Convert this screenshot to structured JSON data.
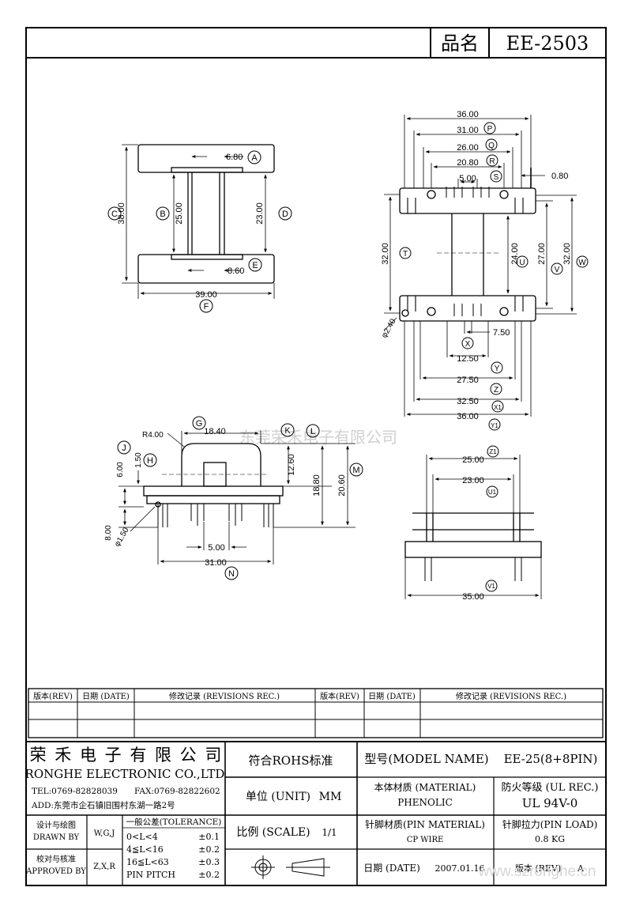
{
  "header": {
    "name_label": "品名",
    "part_no": "EE-2503"
  },
  "top_view": {
    "dims": [
      "6.80",
      "38.00",
      "25.00",
      "23.00",
      "8.60",
      "39.00"
    ],
    "letters": [
      "A",
      "C",
      "B",
      "D",
      "E",
      "F"
    ]
  },
  "front_view": {
    "dims": [
      "36.00",
      "31.00",
      "26.00",
      "20.80",
      "5.00",
      "0.80",
      "32.00",
      "24.00",
      "27.00",
      "32.00",
      "7.50",
      "12.50",
      "27.50",
      "32.50",
      "36.00",
      "φ2.40"
    ],
    "letters": [
      "P",
      "Q",
      "R",
      "S",
      "T",
      "U",
      "V",
      "W",
      "X",
      "Y",
      "Z",
      "X1",
      "Y1"
    ]
  },
  "side_view": {
    "dims": [
      "18.40",
      "R4.00",
      "1.50",
      "6.00",
      "12.60",
      "18.80",
      "20.60",
      "8.00",
      "φ1.50",
      "5.00",
      "31.00"
    ],
    "letters": [
      "G",
      "K",
      "L",
      "J",
      "H",
      "M",
      "N"
    ]
  },
  "bottom_view": {
    "dims": [
      "25.00",
      "23.00",
      "35.00"
    ],
    "letters": [
      "Z1",
      "U1",
      "V1"
    ]
  },
  "watermark": "东莞荣禾电子有限公司",
  "watermark_url": "www.szronghe.cn",
  "revisions": {
    "col_rev": "版本(REV)",
    "col_date": "日期 (DATE)",
    "col_rec": "修改记录 (REVISIONS REC.)"
  },
  "company": {
    "name_cn": "荣 禾 电 子 有 限 公 司",
    "name_en": "RONGHE ELECTRONIC CO.,LTD",
    "tel": "TEL:0769-82828039",
    "fax": "FAX:0769-82822602",
    "addr": "ADD:东莞市企石镇旧围村东湖一路2号"
  },
  "titleblock": {
    "rohs": "符合ROHS标准",
    "model_label": "型号(MODEL NAME)",
    "model_value": "EE-25(8+8PIN)",
    "unit_label": "单位 (UNIT)",
    "unit_value": "MM",
    "material_label": "本体材质 (MATERIAL)",
    "material_value": "PHENOLIC",
    "fire_label": "防火等级 (UL REC.)",
    "fire_value": "UL 94V-0",
    "drawn_cn": "设计与绘图",
    "drawn_en": "DRAWN BY",
    "drawn_value": "W,G,J",
    "approved_cn": "校对与核准",
    "approved_en": "APPROVED BY",
    "approved_value": "Z,X,R",
    "tol_title": "一般公差(TOLERANCE)",
    "tol_rows": [
      {
        "range": "0<L<4",
        "tol": "±0.1"
      },
      {
        "range": "4≦L<16",
        "tol": "±0.2"
      },
      {
        "range": "16≦L<63",
        "tol": "±0.3"
      },
      {
        "range": "PIN PITCH",
        "tol": "±0.2"
      }
    ],
    "scale_label": "比例 (SCALE)",
    "scale_value": "1/1",
    "pin_mat_label": "针脚材质(PIN MATERIAL)",
    "pin_mat_value": "CP WIRE",
    "pin_load_label": "针脚拉力(PIN LOAD)",
    "pin_load_value": "0.8 KG",
    "date_label": "日期 (DATE)",
    "date_value": "2007.01.16",
    "rev_label": "版本 (REV)",
    "rev_value": "A"
  }
}
